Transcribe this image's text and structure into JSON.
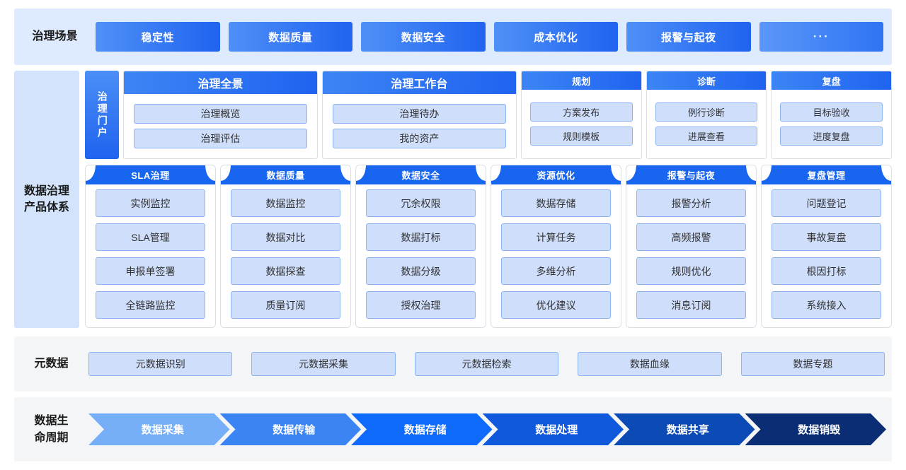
{
  "scene_row": {
    "label": "治理场景",
    "buttons": [
      {
        "label": "稳定性"
      },
      {
        "label": "数据质量"
      },
      {
        "label": "数据安全"
      },
      {
        "label": "成本优化"
      },
      {
        "label": "报警与起夜"
      },
      {
        "label": "···"
      }
    ]
  },
  "product_row": {
    "label_line1": "数据治理",
    "label_line2": "产品体系",
    "portal_tag": "治理门户",
    "portal_cards": [
      {
        "title": "治理全景",
        "size": "wide",
        "items": [
          "治理概览",
          "治理评估"
        ]
      },
      {
        "title": "治理工作台",
        "size": "wide",
        "items": [
          "治理待办",
          "我的资产"
        ]
      },
      {
        "title": "规划",
        "size": "narrow",
        "items": [
          "方案发布",
          "规则模板"
        ]
      },
      {
        "title": "诊断",
        "size": "narrow",
        "items": [
          "例行诊断",
          "进展查看"
        ]
      },
      {
        "title": "复盘",
        "size": "narrow",
        "items": [
          "目标验收",
          "进度复盘"
        ]
      }
    ],
    "modules": [
      {
        "title": "SLA治理",
        "items": [
          "实例监控",
          "SLA管理",
          "申报单签署",
          "全链路监控"
        ]
      },
      {
        "title": "数据质量",
        "items": [
          "数据监控",
          "数据对比",
          "数据探查",
          "质量订阅"
        ]
      },
      {
        "title": "数据安全",
        "items": [
          "冗余权限",
          "数据打标",
          "数据分级",
          "授权治理"
        ]
      },
      {
        "title": "资源优化",
        "items": [
          "数据存储",
          "计算任务",
          "多维分析",
          "优化建议"
        ]
      },
      {
        "title": "报警与起夜",
        "items": [
          "报警分析",
          "高频报警",
          "规则优化",
          "消息订阅"
        ]
      },
      {
        "title": "复盘管理",
        "items": [
          "问题登记",
          "事故复盘",
          "根因打标",
          "系统接入"
        ]
      }
    ]
  },
  "metadata_row": {
    "label": "元数据",
    "items": [
      "元数据识别",
      "元数据采集",
      "元数据检索",
      "数据血缘",
      "数据专题"
    ]
  },
  "lifecycle_row": {
    "label_line1": "数据生",
    "label_line2": "命周期",
    "stages": [
      {
        "label": "数据采集",
        "color": "#76aef8"
      },
      {
        "label": "数据传输",
        "color": "#3b84f4"
      },
      {
        "label": "数据存储",
        "color": "#0d6afb"
      },
      {
        "label": "数据处理",
        "color": "#1059dc"
      },
      {
        "label": "数据共享",
        "color": "#0c4bb5"
      },
      {
        "label": "数据销毁",
        "color": "#0b2d73"
      }
    ]
  },
  "colors": {
    "scene_band_bg": "#deeafd",
    "product_label_bg": "#d3e3fb",
    "gray_band_bg": "#f4f5f7",
    "accent_blue": "#1f63f0",
    "chip_bg": "#cfdefa",
    "chip_border": "#8cb4f2"
  }
}
